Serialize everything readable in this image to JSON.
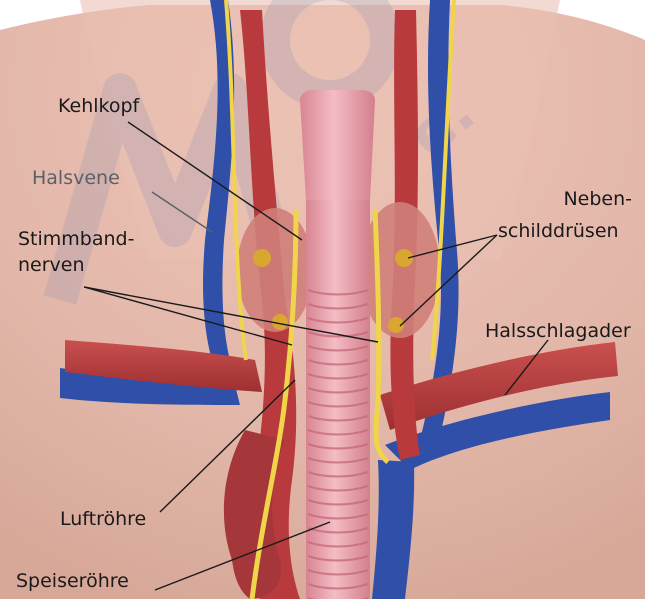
{
  "labels": {
    "kehlkopf": "Kehlkopf",
    "halsvene": "Halsvene",
    "stimmband_line1": "Stimmband-",
    "stimmband_line2": "nerven",
    "neben_line1": "Neben-",
    "neben_line2": "schilddrüsen",
    "halsschlagader": "Halsschlagader",
    "luftroehre": "Luftröhre",
    "speiseroehre": "Speiseröhre"
  },
  "colors": {
    "skin": "#e3b8aa",
    "artery": "#b83a3c",
    "vein": "#2f4fa8",
    "nerve": "#f0d44a",
    "trachea": "#e9a2ad",
    "thyroid": "#cf8078",
    "gland": "#d9a630",
    "leader_line": "#1a1a1a",
    "halsvene_text": "#5c6068"
  }
}
